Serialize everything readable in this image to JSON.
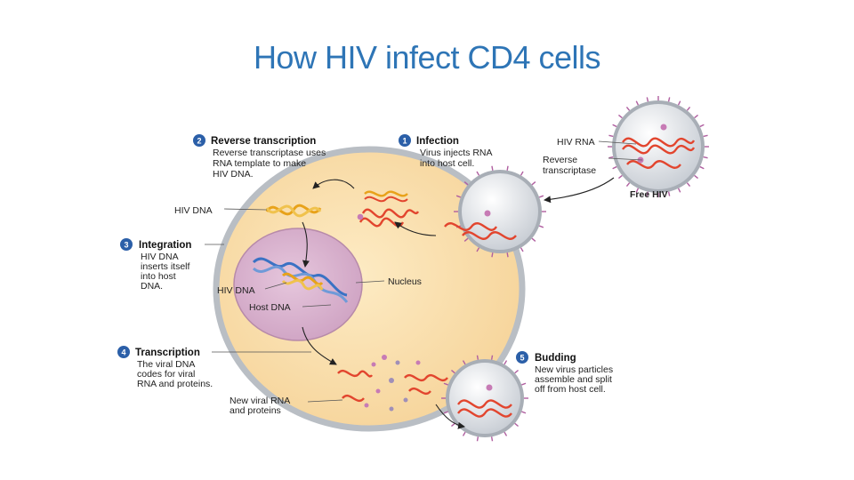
{
  "slide": {
    "title": "How HIV infect CD4 cells"
  },
  "steps": [
    {
      "num": "1",
      "name": "Infection",
      "lines": [
        "Virus injects RNA",
        "into host cell."
      ]
    },
    {
      "num": "2",
      "name": "Reverse transcription",
      "lines": [
        "Reverse transcriptase uses",
        "RNA template to make",
        "HIV DNA."
      ]
    },
    {
      "num": "3",
      "name": "Integration",
      "lines": [
        "HIV DNA",
        "inserts itself",
        "into host",
        "DNA."
      ]
    },
    {
      "num": "4",
      "name": "Transcription",
      "lines": [
        "The viral DNA",
        "codes for viral",
        "RNA and proteins."
      ]
    },
    {
      "num": "5",
      "name": "Budding",
      "lines": [
        "New virus particles",
        "assemble and split",
        "off from host cell."
      ]
    }
  ],
  "labels": {
    "hiv_rna": "HIV RNA",
    "reverse_transcriptase": [
      "Reverse",
      "transcriptase"
    ],
    "free_hiv": "Free HIV",
    "hiv_dna_outer": "HIV DNA",
    "hiv_dna_inner": "HIV DNA",
    "nucleus": "Nucleus",
    "host_dna": "Host DNA",
    "new_viral_rna": [
      "New viral RNA",
      "and proteins"
    ]
  },
  "colors": {
    "title": "#2e75b6",
    "cytoplasm": "#fbe3b6",
    "nucleus": "#d9b3cf",
    "membrane": "#cfd3d8",
    "rna": "#e2452e",
    "hiv_dna": "#e8a21a",
    "host_dna": "#3a72c4",
    "step_badge": "#2b5fa8"
  }
}
